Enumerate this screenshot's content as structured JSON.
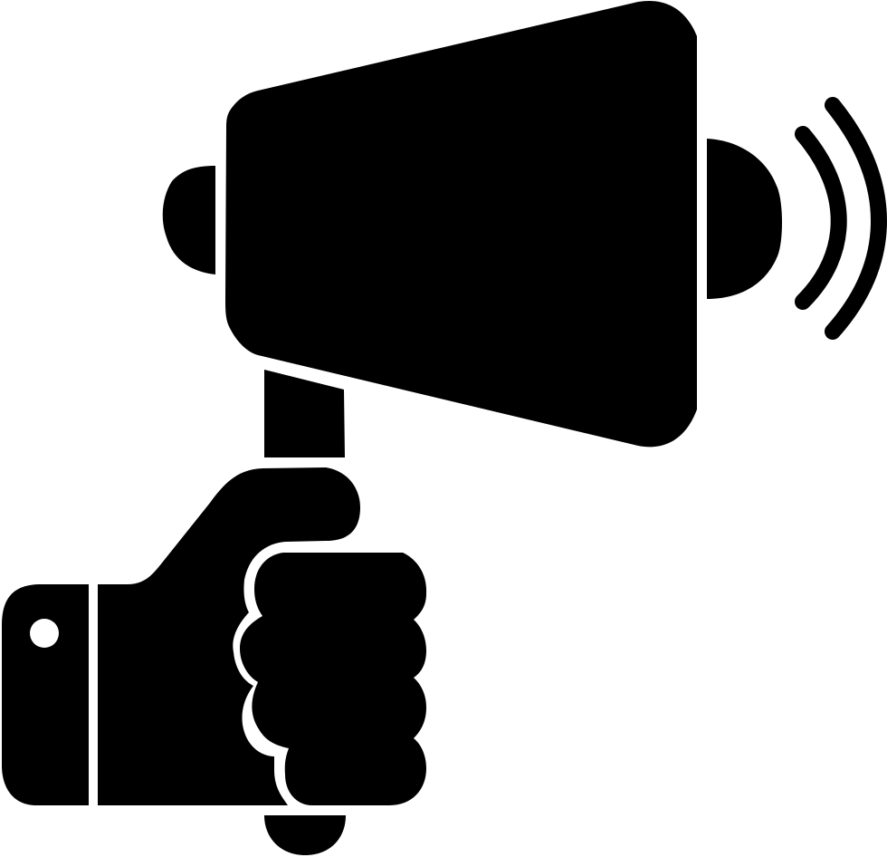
{
  "icon": {
    "name": "hand-holding-megaphone-icon",
    "description": "Hand holding a megaphone with sound waves",
    "colors": {
      "fill": "#000000",
      "background": "#ffffff"
    },
    "parts": [
      "megaphone-horn",
      "megaphone-rear-cap",
      "megaphone-front-cap",
      "megaphone-handle",
      "sound-wave-inner",
      "sound-wave-outer",
      "thumb",
      "palm",
      "fingers",
      "sleeve-cuff",
      "cuff-button"
    ]
  }
}
